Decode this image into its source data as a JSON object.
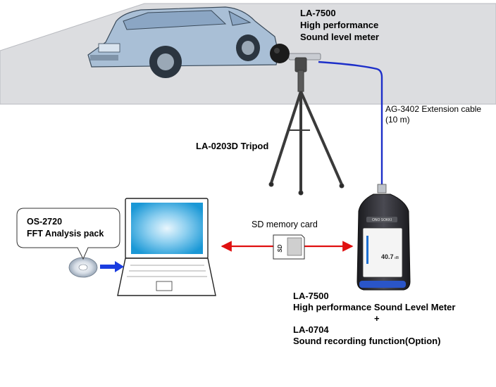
{
  "labels": {
    "meter_top": [
      "LA-7500",
      "High performance",
      "Sound level meter"
    ],
    "extension_cable": [
      "AG-3402 Extension cable",
      "(10 m)"
    ],
    "tripod": "LA-0203D Tripod",
    "sd_card": "SD memory card",
    "sd_card_glyph": "SD",
    "software": [
      "OS-2720",
      "FFT Analysis pack"
    ],
    "meter_bottom": [
      "LA-7500",
      "High performance Sound Level Meter",
      "+",
      "LA-0704",
      "Sound recording function(Option)"
    ],
    "meter_brand": "ONO SOKKI",
    "meter_reading": "40.7",
    "meter_unit": "dB"
  },
  "colors": {
    "cable": "#1d2fc9",
    "sd_arrow": "#e01010",
    "cd_arrow": "#1a3de0",
    "road": "#dcdde0",
    "car": "#a9bfd6",
    "screen": "#1a98d6",
    "meter_body": "#2b2b30"
  }
}
